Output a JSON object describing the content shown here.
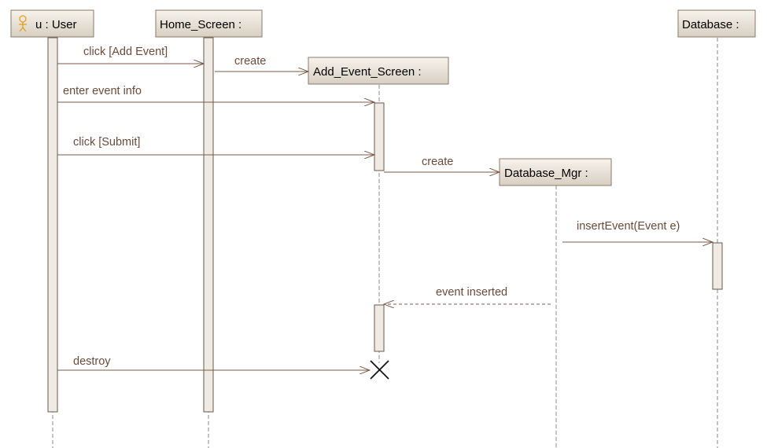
{
  "participants": {
    "user": "u : User",
    "home": "Home_Screen :",
    "add": "Add_Event_Screen :",
    "dbmgr": "Database_Mgr :",
    "db": "Database :"
  },
  "messages": {
    "click_add": "click [Add Event]",
    "create_add": "create",
    "enter_info": "enter event info",
    "click_submit": "click [Submit]",
    "create_dbmgr": "create",
    "insert_event": "insertEvent(Event e)",
    "event_inserted": "event inserted",
    "destroy": "destroy"
  },
  "colors": {
    "box_gradient_top": "#f7f3ec",
    "box_gradient_bottom": "#d8cfc2",
    "arrow": "#7a5a4a",
    "actor_icon": "#e0a020"
  }
}
